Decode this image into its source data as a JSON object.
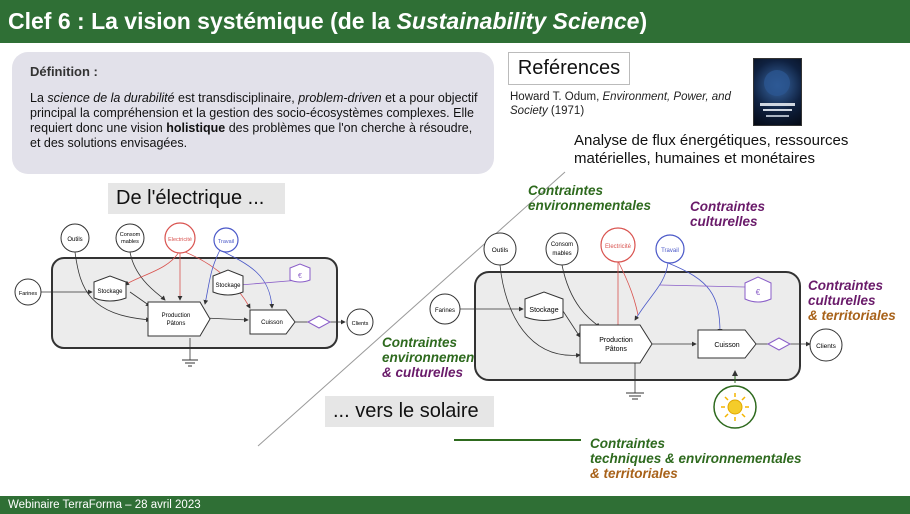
{
  "title": {
    "prefix": "Clef 6 : La vision systémique (de la ",
    "italic": "Sustainability Science",
    "suffix": ")"
  },
  "definition": {
    "heading": "Définition :",
    "t1": "La ",
    "t2": "science de la durabilité",
    "t3": " est transdisciplinaire, ",
    "t4": "problem-driven",
    "t5": " et a pour objectif principal la compréhension et la gestion des socio-écosystèmes complexes. Elle requiert donc une vision ",
    "t6": "holistique",
    "t7": " des problèmes que l'on cherche à résoudre, et des solutions envisagées."
  },
  "references": {
    "heading": "Reférences",
    "author": "Howard T. Odum, ",
    "book_title": "Environment, Power, and Society",
    "year": " (1971)"
  },
  "analyse": {
    "line1": "Analyse de flux énergétiques, ressources",
    "line2": "matérielles, humaines et monétaires"
  },
  "left_label": "De l'électrique ...",
  "right_label": "... vers le solaire",
  "constraints": {
    "env1_line1": "Contraintes",
    "env1_line2": "environnementales",
    "cult1_line1": "Contraintes",
    "cult1_line2": "culturelles",
    "cultterr_line1": "Contraintes",
    "cultterr_line2": "culturelles",
    "cultterr_line3": "& territoriales",
    "envcult_line1": "Contraintes",
    "envcult_line2": "environnementales",
    "envcult_line3": "& culturelles",
    "tech_line1": "Contraintes",
    "tech_line2": "techniques & environnementales",
    "tech_line3": "& territoriales"
  },
  "diagram_left": {
    "outils": "Outils",
    "consom1": "Consom",
    "consom2": "mables",
    "electricite": "Electricité",
    "travail": "Travail",
    "farines": "Farines",
    "stockage1": "Stockage",
    "stockage2": "Stockage",
    "production1": "Production",
    "production2": "Pâtons",
    "cuisson": "Cuisson",
    "clients": "Clients",
    "euro": "€"
  },
  "diagram_right": {
    "outils": "Outils",
    "consom1": "Consom",
    "consom2": "mables",
    "electricite": "Electricité",
    "travail": "Travail",
    "farines": "Farines",
    "stockage": "Stockage",
    "production1": "Production",
    "production2": "Pâtons",
    "cuisson": "Cuisson",
    "clients": "Clients",
    "euro": "€"
  },
  "footer": "Webinaire TerraForma – 28 avril 2023",
  "colors": {
    "header_green": "#2f6f35",
    "electricity_red": "#d9534f",
    "labor_blue": "#4a58c8",
    "money_purple": "#8a5ec8",
    "constraint_green": "#2e6a1e",
    "constraint_purple": "#6a1b6a",
    "constraint_brown": "#a8621a"
  }
}
